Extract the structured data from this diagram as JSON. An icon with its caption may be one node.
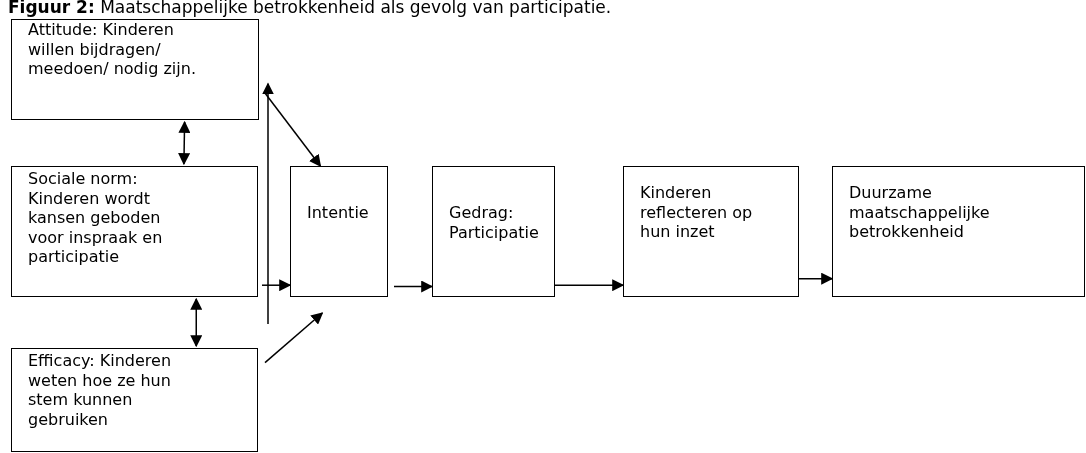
{
  "diagram": {
    "title": "**Figuur 2:** Maatschappelijke betrokkenheid als gevolg van participatie.",
    "nodes": [
      {
        "text": [
          "Attitude: Kinderen willen bijdragen/ meedoen/ nodig zijn."
        ]
      },
      {
        "text": [
          "Sociale norm: Kinderen wordt kansen geboden voor inspraak en participatie"
        ]
      },
      {
        "text": [
          "Efficacy: Kinderen weten hoe ze hun stem kunnen gebruiken"
        ]
      },
      {
        "text": [
          "Intentie"
        ]
      },
      {
        "text": [
          "Gedrag: Participatie"
        ]
      },
      {
        "text": [
          "Kinderen reflecteren op hun inzet"
        ]
      },
      {
        "text": [
          "Duurzame maatschappelijke betrokkenheid"
        ]
      }
    ],
    "edges": [
      {
        "from": 0,
        "to": 1,
        "arrow": "both"
      },
      {
        "from": 1,
        "to": 2,
        "arrow": "both"
      },
      {
        "from": null,
        "to": 0,
        "arrow": "to"
      },
      {
        "from": 0,
        "to": 3,
        "arrow": "to"
      },
      {
        "from": 1,
        "to": 3,
        "arrow": "to"
      },
      {
        "from": 2,
        "to": 3,
        "arrow": "to"
      },
      {
        "from": 3,
        "to": 4,
        "arrow": "to"
      },
      {
        "from": 4,
        "to": 5,
        "arrow": "to"
      },
      {
        "from": 5,
        "to": 6,
        "arrow": "to"
      }
    ]
  }
}
